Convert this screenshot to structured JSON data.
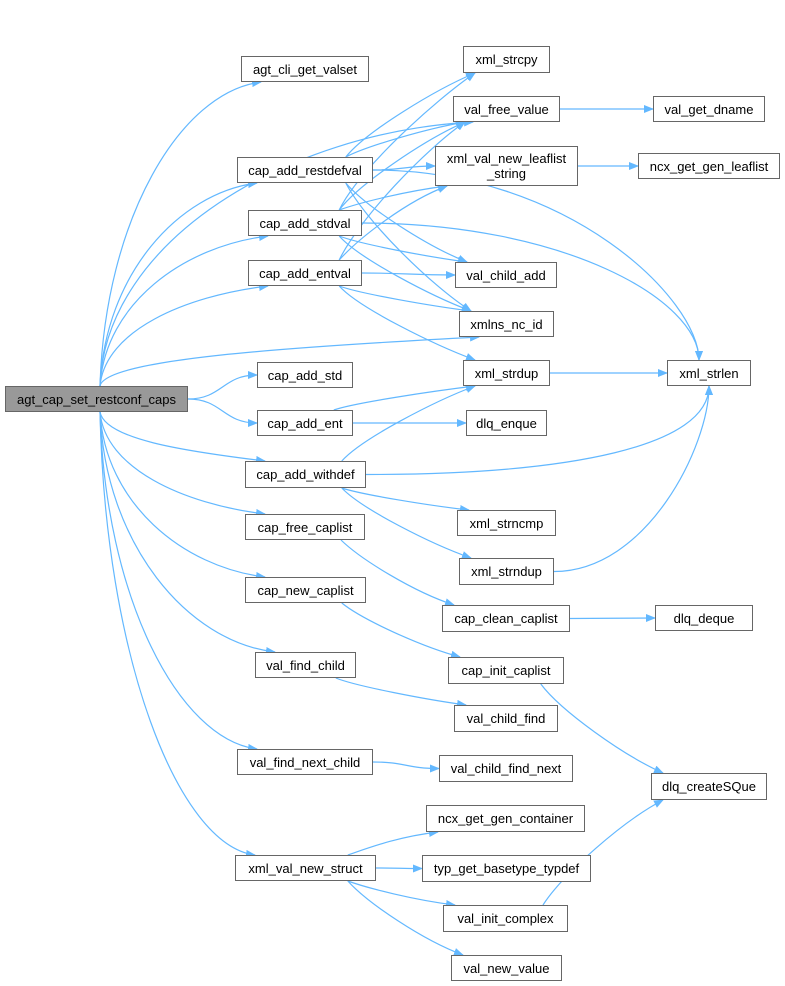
{
  "colors": {
    "edge": "#63b8ff",
    "node_border": "#666666",
    "root_fill": "#999999"
  },
  "nodes": [
    {
      "id": "root",
      "label_lines": [
        "agt_cap_set_restconf_caps"
      ]
    },
    {
      "id": "agt_cli_get_valset",
      "label_lines": [
        "agt_cli_get_valset"
      ]
    },
    {
      "id": "cap_add_restdefval",
      "label_lines": [
        "cap_add_restdefval"
      ]
    },
    {
      "id": "cap_add_stdval",
      "label_lines": [
        "cap_add_stdval"
      ]
    },
    {
      "id": "cap_add_entval",
      "label_lines": [
        "cap_add_entval"
      ]
    },
    {
      "id": "cap_add_std",
      "label_lines": [
        "cap_add_std"
      ]
    },
    {
      "id": "cap_add_ent",
      "label_lines": [
        "cap_add_ent"
      ]
    },
    {
      "id": "cap_add_withdef",
      "label_lines": [
        "cap_add_withdef"
      ]
    },
    {
      "id": "cap_free_caplist",
      "label_lines": [
        "cap_free_caplist"
      ]
    },
    {
      "id": "cap_new_caplist",
      "label_lines": [
        "cap_new_caplist"
      ]
    },
    {
      "id": "val_find_child",
      "label_lines": [
        "val_find_child"
      ]
    },
    {
      "id": "val_find_next_child",
      "label_lines": [
        "val_find_next_child"
      ]
    },
    {
      "id": "xml_val_new_struct",
      "label_lines": [
        "xml_val_new_struct"
      ]
    },
    {
      "id": "xml_strcpy",
      "label_lines": [
        "xml_strcpy"
      ]
    },
    {
      "id": "val_free_value",
      "label_lines": [
        "val_free_value"
      ]
    },
    {
      "id": "xml_val_new_leaflist_string",
      "label_lines": [
        "xml_val_new_leaflist",
        "_string"
      ]
    },
    {
      "id": "val_child_add",
      "label_lines": [
        "val_child_add"
      ]
    },
    {
      "id": "xmlns_nc_id",
      "label_lines": [
        "xmlns_nc_id"
      ]
    },
    {
      "id": "xml_strdup",
      "label_lines": [
        "xml_strdup"
      ]
    },
    {
      "id": "dlq_enque",
      "label_lines": [
        "dlq_enque"
      ]
    },
    {
      "id": "xml_strncmp",
      "label_lines": [
        "xml_strncmp"
      ]
    },
    {
      "id": "xml_strndup",
      "label_lines": [
        "xml_strndup"
      ]
    },
    {
      "id": "cap_clean_caplist",
      "label_lines": [
        "cap_clean_caplist"
      ]
    },
    {
      "id": "cap_init_caplist",
      "label_lines": [
        "cap_init_caplist"
      ]
    },
    {
      "id": "val_child_find",
      "label_lines": [
        "val_child_find"
      ]
    },
    {
      "id": "val_child_find_next",
      "label_lines": [
        "val_child_find_next"
      ]
    },
    {
      "id": "ncx_get_gen_container",
      "label_lines": [
        "ncx_get_gen_container"
      ]
    },
    {
      "id": "typ_get_basetype_typdef",
      "label_lines": [
        "typ_get_basetype_typdef"
      ]
    },
    {
      "id": "val_init_complex",
      "label_lines": [
        "val_init_complex"
      ]
    },
    {
      "id": "val_new_value",
      "label_lines": [
        "val_new_value"
      ]
    },
    {
      "id": "val_get_dname",
      "label_lines": [
        "val_get_dname"
      ]
    },
    {
      "id": "ncx_get_gen_leaflist",
      "label_lines": [
        "ncx_get_gen_leaflist"
      ]
    },
    {
      "id": "xml_strlen",
      "label_lines": [
        "xml_strlen"
      ]
    },
    {
      "id": "dlq_deque",
      "label_lines": [
        "dlq_deque"
      ]
    },
    {
      "id": "dlq_createSQue",
      "label_lines": [
        "dlq_createSQue"
      ]
    }
  ],
  "edges": [
    [
      "root",
      "agt_cli_get_valset"
    ],
    [
      "root",
      "cap_add_restdefval"
    ],
    [
      "root",
      "val_free_value"
    ],
    [
      "root",
      "cap_add_stdval"
    ],
    [
      "root",
      "cap_add_entval"
    ],
    [
      "root",
      "xmlns_nc_id"
    ],
    [
      "root",
      "cap_add_std"
    ],
    [
      "root",
      "cap_add_ent"
    ],
    [
      "root",
      "cap_add_withdef"
    ],
    [
      "root",
      "cap_free_caplist"
    ],
    [
      "root",
      "cap_new_caplist"
    ],
    [
      "root",
      "val_find_child"
    ],
    [
      "root",
      "val_find_next_child"
    ],
    [
      "root",
      "xml_val_new_struct"
    ],
    [
      "cap_add_restdefval",
      "xml_strcpy"
    ],
    [
      "cap_add_restdefval",
      "val_free_value"
    ],
    [
      "cap_add_restdefval",
      "xml_val_new_leaflist_string"
    ],
    [
      "cap_add_restdefval",
      "val_child_add"
    ],
    [
      "cap_add_restdefval",
      "xmlns_nc_id"
    ],
    [
      "cap_add_restdefval",
      "xml_strlen"
    ],
    [
      "cap_add_stdval",
      "xml_strcpy"
    ],
    [
      "cap_add_stdval",
      "val_free_value"
    ],
    [
      "cap_add_stdval",
      "xml_val_new_leaflist_string"
    ],
    [
      "cap_add_stdval",
      "val_child_add"
    ],
    [
      "cap_add_stdval",
      "xmlns_nc_id"
    ],
    [
      "cap_add_stdval",
      "xml_strlen"
    ],
    [
      "cap_add_entval",
      "val_free_value"
    ],
    [
      "cap_add_entval",
      "xml_val_new_leaflist_string"
    ],
    [
      "cap_add_entval",
      "val_child_add"
    ],
    [
      "cap_add_entval",
      "xmlns_nc_id"
    ],
    [
      "cap_add_entval",
      "xml_strdup"
    ],
    [
      "cap_add_ent",
      "xml_strdup"
    ],
    [
      "cap_add_ent",
      "dlq_enque"
    ],
    [
      "cap_add_withdef",
      "xml_strdup"
    ],
    [
      "cap_add_withdef",
      "xml_strlen"
    ],
    [
      "cap_add_withdef",
      "xml_strncmp"
    ],
    [
      "cap_add_withdef",
      "xml_strndup"
    ],
    [
      "cap_free_caplist",
      "cap_clean_caplist"
    ],
    [
      "cap_new_caplist",
      "cap_init_caplist"
    ],
    [
      "val_find_child",
      "val_child_find"
    ],
    [
      "val_find_next_child",
      "val_child_find_next"
    ],
    [
      "xml_val_new_struct",
      "ncx_get_gen_container"
    ],
    [
      "xml_val_new_struct",
      "typ_get_basetype_typdef"
    ],
    [
      "xml_val_new_struct",
      "val_init_complex"
    ],
    [
      "xml_val_new_struct",
      "val_new_value"
    ],
    [
      "val_free_value",
      "val_get_dname"
    ],
    [
      "xml_val_new_leaflist_string",
      "ncx_get_gen_leaflist"
    ],
    [
      "xml_strdup",
      "xml_strlen"
    ],
    [
      "xml_strndup",
      "xml_strlen"
    ],
    [
      "cap_clean_caplist",
      "dlq_deque"
    ],
    [
      "cap_init_caplist",
      "dlq_createSQue"
    ],
    [
      "val_init_complex",
      "dlq_createSQue"
    ]
  ]
}
